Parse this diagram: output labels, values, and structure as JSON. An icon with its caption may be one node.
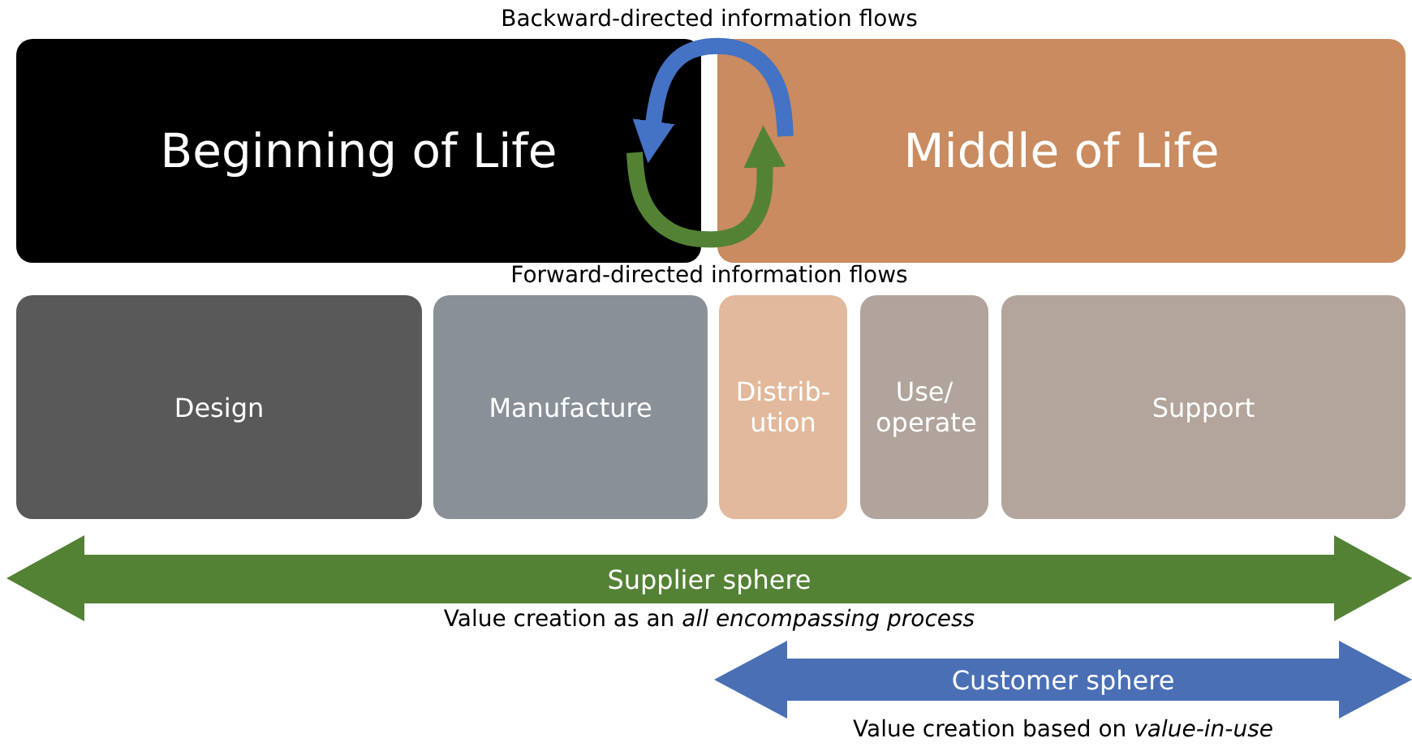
{
  "diagram": {
    "nodes": [
      {
        "text": [
          "Beginning of Life"
        ]
      },
      {
        "text": [
          "Middle of Life"
        ]
      },
      {
        "text": [
          "Design"
        ]
      },
      {
        "text": [
          "Manufacture"
        ]
      },
      {
        "text": [
          "Distrib- ution"
        ]
      },
      {
        "text": [
          "Use/ operate"
        ]
      },
      {
        "text": [
          "Support"
        ]
      },
      {
        "text": [
          "Supplier sphere"
        ]
      },
      {
        "text": [
          "Customer sphere"
        ]
      }
    ],
    "edges": [
      {
        "from": 1,
        "to": 0,
        "arrow": "to",
        "color": "#4472c4"
      },
      {
        "from": 0,
        "to": 1,
        "arrow": "to",
        "color": "#548235"
      }
    ],
    "labels": [
      "Backward-directed information flows",
      "Forward-directed information flows",
      "Value creation as an *all encompassing process*",
      "Value creation based on *value-in-use*"
    ]
  }
}
